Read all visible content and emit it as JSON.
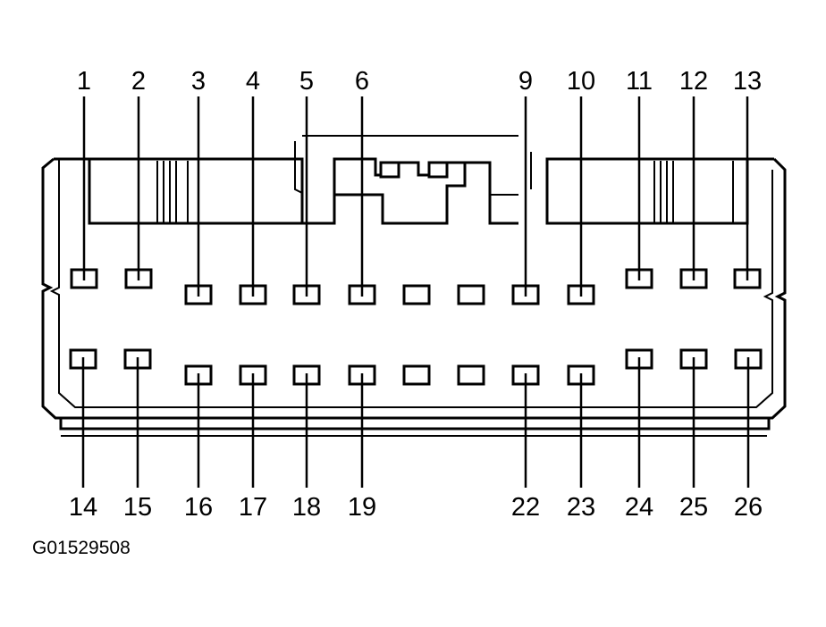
{
  "figure_code": "G01529508",
  "top_row_labels": [
    "1",
    "2",
    "3",
    "4",
    "5",
    "6",
    "9",
    "10",
    "11",
    "12",
    "13"
  ],
  "bottom_row_labels": [
    "14",
    "15",
    "16",
    "17",
    "18",
    "19",
    "22",
    "23",
    "24",
    "25",
    "26"
  ]
}
